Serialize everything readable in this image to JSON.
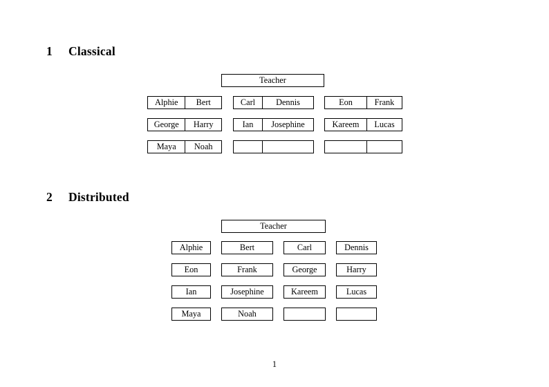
{
  "document": {
    "page_number": "1"
  },
  "sections": [
    {
      "number": "1",
      "title": "Classical",
      "teacher_label": "Teacher",
      "groups": [
        {
          "rows": [
            [
              "Alphie",
              "Bert"
            ],
            [
              "George",
              "Harry"
            ],
            [
              "Maya",
              "Noah"
            ]
          ]
        },
        {
          "rows": [
            [
              "Carl",
              "Dennis"
            ],
            [
              "Ian",
              "Josephine"
            ],
            [
              "",
              ""
            ]
          ]
        },
        {
          "rows": [
            [
              "Eon",
              "Frank"
            ],
            [
              "Kareem",
              "Lucas"
            ],
            [
              "",
              ""
            ]
          ]
        }
      ]
    },
    {
      "number": "2",
      "title": "Distributed",
      "teacher_label": "Teacher",
      "rows": [
        [
          "Alphie",
          "Bert",
          "Carl",
          "Dennis"
        ],
        [
          "Eon",
          "Frank",
          "George",
          "Harry"
        ],
        [
          "Ian",
          "Josephine",
          "Kareem",
          "Lucas"
        ],
        [
          "Maya",
          "Noah",
          "",
          ""
        ]
      ]
    }
  ],
  "colors": {
    "page_background": "#ffffff",
    "text": "#000000",
    "box_border": "#000000"
  }
}
